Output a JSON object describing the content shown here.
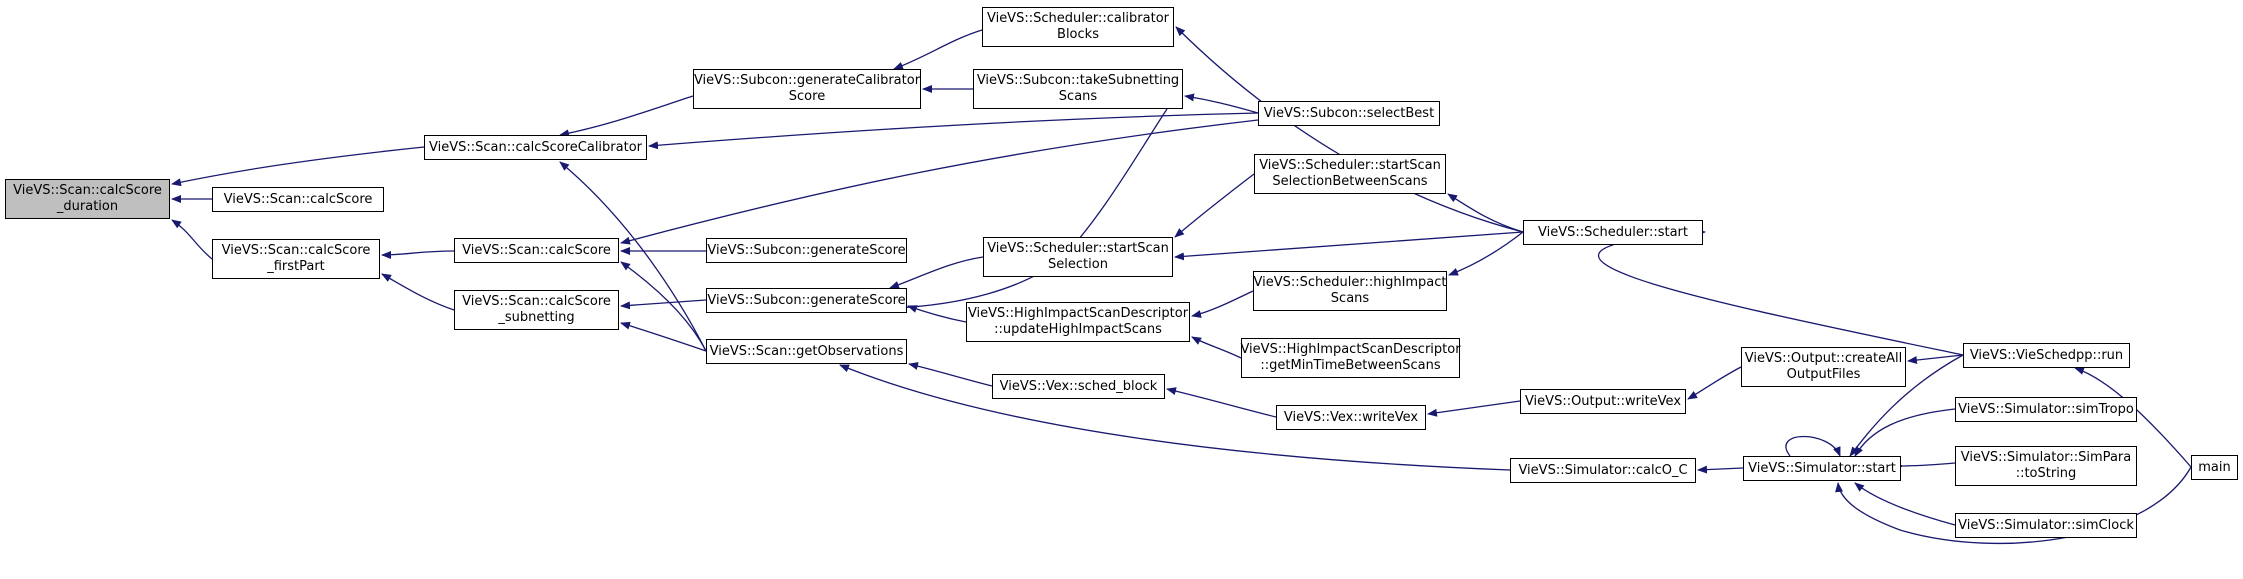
{
  "graph": {
    "edge_color": "#191970",
    "current_node_fill": "#bfbfbf",
    "nodes": {
      "calcScore_duration": [
        "VieVS::Scan::calcScore",
        "_duration"
      ],
      "calcScore_plain": [
        "VieVS::Scan::calcScore"
      ],
      "calcScore_firstPart": [
        "VieVS::Scan::calcScore",
        "_firstPart"
      ],
      "calcScoreCalibrator": [
        "VieVS::Scan::calcScoreCalibrator"
      ],
      "calcScore_main": [
        "VieVS::Scan::calcScore"
      ],
      "calcScore_subnetting": [
        "VieVS::Scan::calcScore",
        "_subnetting"
      ],
      "getObservations": [
        "VieVS::Scan::getObservations"
      ],
      "generateCalibratorScore": [
        "VieVS::Subcon::generateCalibrator",
        "Score"
      ],
      "generateScore_a": [
        "VieVS::Subcon::generateScore"
      ],
      "generateScore_b": [
        "VieVS::Subcon::generateScore"
      ],
      "calibratorBlocks": [
        "VieVS::Scheduler::calibrator",
        "Blocks"
      ],
      "takeSubnettingScans": [
        "VieVS::Subcon::takeSubnetting",
        "Scans"
      ],
      "startScanSelection": [
        "VieVS::Scheduler::startScan",
        "Selection"
      ],
      "updateHighImpactScans": [
        "VieVS::HighImpactScanDescriptor",
        "::updateHighImpactScans"
      ],
      "schedBlock": [
        "VieVS::Vex::sched_block"
      ],
      "selectBest": [
        "VieVS::Subcon::selectBest"
      ],
      "startScanSelectionBetweenScans": [
        "VieVS::Scheduler::startScan",
        "SelectionBetweenScans"
      ],
      "highImpactScans": [
        "VieVS::Scheduler::highImpact",
        "Scans"
      ],
      "getMinTimeBetweenScans": [
        "VieVS::HighImpactScanDescriptor",
        "::getMinTimeBetweenScans"
      ],
      "writeVexVex": [
        "VieVS::Vex::writeVex"
      ],
      "schedulerStart": [
        "VieVS::Scheduler::start"
      ],
      "outputWriteVex": [
        "VieVS::Output::writeVex"
      ],
      "calcOC": [
        "VieVS::Simulator::calcO_C"
      ],
      "createAllOutputFiles": [
        "VieVS::Output::createAll",
        "OutputFiles"
      ],
      "simulatorStart": [
        "VieVS::Simulator::start"
      ],
      "vieSchedppRun": [
        "VieVS::VieSchedpp::run"
      ],
      "simTropo": [
        "VieVS::Simulator::simTropo"
      ],
      "simParaToString": [
        "VieVS::Simulator::SimPara",
        "::toString"
      ],
      "simClock": [
        "VieVS::Simulator::simClock"
      ],
      "main": [
        "main"
      ]
    }
  }
}
